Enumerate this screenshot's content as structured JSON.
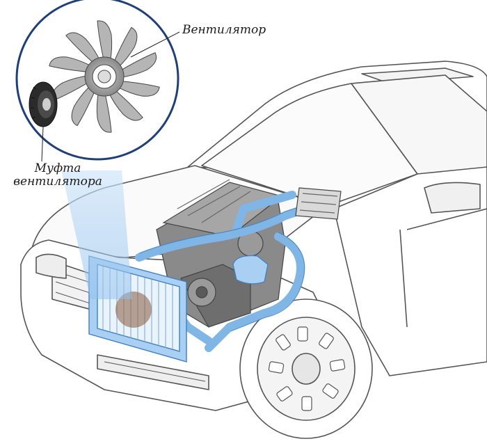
{
  "labels": {
    "fan": "Вентилятор",
    "clutch_line1": "Муфта",
    "clutch_line2": "вентилятора"
  },
  "colors": {
    "coolant": "#7fb6e6",
    "coolant_dark": "#3f7fc0",
    "line": "#555555",
    "engine": "#7a7a7a",
    "circle_border": "#1f3f78",
    "beam": "#a9d0f2"
  }
}
